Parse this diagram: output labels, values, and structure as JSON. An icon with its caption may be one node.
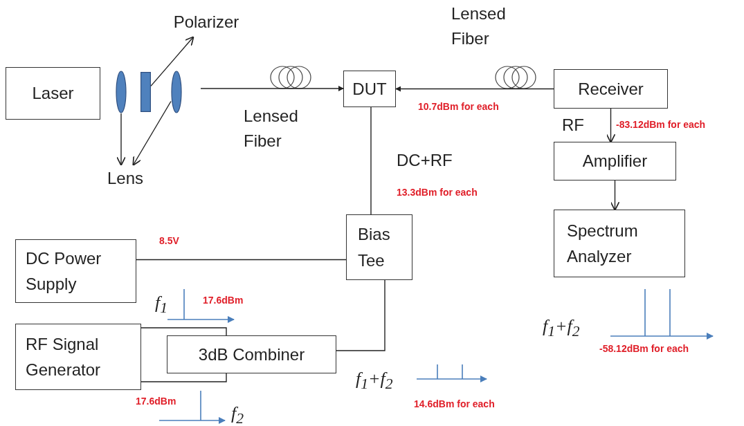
{
  "diagram": {
    "nodes": [
      {
        "text": [
          "Polarizer"
        ]
      },
      {
        "text": [
          "Laser"
        ]
      },
      {
        "text": [],
        "shape": "ellipse"
      },
      {
        "text": [],
        "shape": "bar"
      },
      {
        "text": [],
        "shape": "ellipse"
      },
      {
        "text": [
          "Lens"
        ]
      },
      {
        "text": [
          "DUT"
        ]
      },
      {
        "text": [
          "Receiver"
        ]
      },
      {
        "text": [
          "Amplifier"
        ]
      },
      {
        "text": [
          "Bias Tee"
        ]
      },
      {
        "text": [
          "Spectrum Analyzer"
        ]
      },
      {
        "text": [
          "DC Power Supply"
        ]
      },
      {
        "text": [
          "RF Signal Generator"
        ]
      },
      {
        "text": [
          "3dB Combiner"
        ]
      }
    ],
    "edges": [
      {
        "from": 3,
        "to": 0,
        "arrow": "to"
      },
      {
        "from": 2,
        "to": 5,
        "arrow": "to"
      },
      {
        "from": 4,
        "to": 5,
        "arrow": "to"
      },
      {
        "from": null,
        "to": 6,
        "arrow": "to"
      },
      {
        "from": 7,
        "to": 6,
        "arrow": "to"
      },
      {
        "from": 7,
        "to": 8,
        "arrow": "to"
      },
      {
        "from": 8,
        "to": 10,
        "arrow": "to"
      },
      {
        "from": 6,
        "to": 9,
        "arrow": "none"
      },
      {
        "from": 11,
        "to": 9,
        "arrow": "none"
      },
      {
        "from": 12,
        "to": 13,
        "arrow": "none"
      },
      {
        "from": 12,
        "to": 13,
        "arrow": "none"
      },
      {
        "from": 13,
        "to": 9,
        "arrow": "none"
      }
    ],
    "labels": [
      "Lensed Fiber",
      "Lensed Fiber",
      "10.7dBm for each",
      "RF",
      "-83.12dBm for each",
      "DC+RF",
      "13.3dBm for each",
      "8.5V",
      "f$_{1}$",
      "17.6dBm",
      "f$_{1}$+f$_{2}$",
      "-58.12dBm for each",
      "17.6dBm",
      "f$_{2}$",
      "f$_{1}$+f$_{2}$",
      "14.6dBm for each"
    ]
  }
}
